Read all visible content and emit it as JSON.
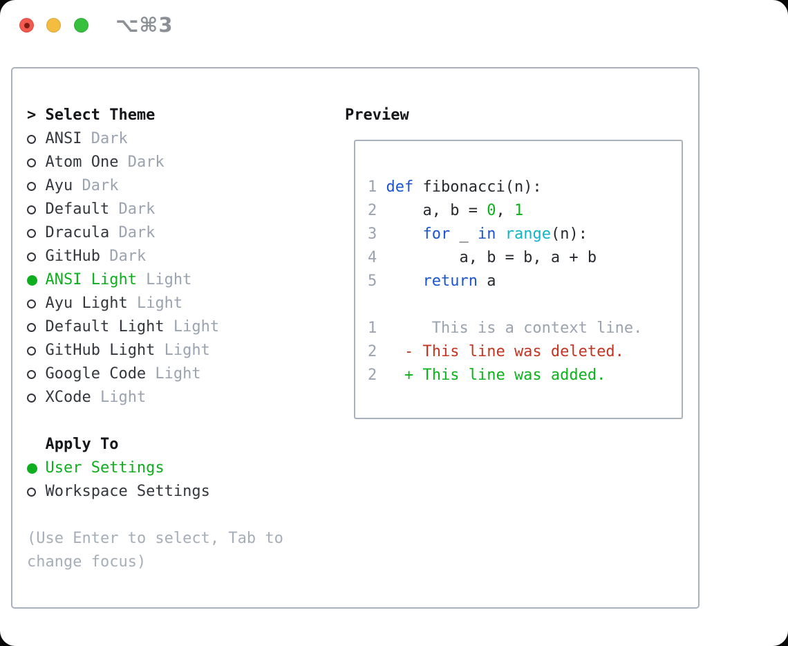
{
  "window": {
    "shortcut": "⌥⌘3",
    "traffic_lights": [
      "close",
      "minimize",
      "zoom"
    ]
  },
  "theme_picker": {
    "header_prefix": ">",
    "header": "Select Theme",
    "themes": [
      {
        "name": "ANSI",
        "variant": "Dark",
        "selected": false
      },
      {
        "name": "Atom One",
        "variant": "Dark",
        "selected": false
      },
      {
        "name": "Ayu",
        "variant": "Dark",
        "selected": false
      },
      {
        "name": "Default",
        "variant": "Dark",
        "selected": false
      },
      {
        "name": "Dracula",
        "variant": "Dark",
        "selected": false
      },
      {
        "name": "GitHub",
        "variant": "Dark",
        "selected": false
      },
      {
        "name": "ANSI Light",
        "variant": "Light",
        "selected": true
      },
      {
        "name": "Ayu Light",
        "variant": "Light",
        "selected": false
      },
      {
        "name": "Default Light",
        "variant": "Light",
        "selected": false
      },
      {
        "name": "GitHub Light",
        "variant": "Light",
        "selected": false
      },
      {
        "name": "Google Code",
        "variant": "Light",
        "selected": false
      },
      {
        "name": "XCode",
        "variant": "Light",
        "selected": false
      }
    ],
    "apply_to": {
      "header": "Apply To",
      "options": [
        {
          "label": "User Settings",
          "selected": true
        },
        {
          "label": "Workspace Settings",
          "selected": false
        }
      ]
    },
    "hint_line1": "(Use Enter to select, Tab to",
    "hint_line2": "change focus)"
  },
  "preview": {
    "header": "Preview",
    "lines": [
      [],
      [
        [
          "num",
          "1 "
        ],
        [
          "kw",
          "def"
        ],
        [
          "plain",
          " fibonacci(n):"
        ]
      ],
      [
        [
          "num",
          "2 "
        ],
        [
          "plain",
          "    a, b = "
        ],
        [
          "lit",
          "0"
        ],
        [
          "plain",
          ", "
        ],
        [
          "lit",
          "1"
        ]
      ],
      [
        [
          "num",
          "3 "
        ],
        [
          "plain",
          "    "
        ],
        [
          "kw",
          "for"
        ],
        [
          "plain",
          " _ "
        ],
        [
          "kw",
          "in"
        ],
        [
          "plain",
          " "
        ],
        [
          "fn",
          "range"
        ],
        [
          "plain",
          "(n):"
        ]
      ],
      [
        [
          "num",
          "4 "
        ],
        [
          "plain",
          "        a, b = b, a + b"
        ]
      ],
      [
        [
          "num",
          "5 "
        ],
        [
          "plain",
          "    "
        ],
        [
          "kw",
          "return"
        ],
        [
          "plain",
          " a"
        ]
      ],
      [],
      [
        [
          "num",
          "1"
        ],
        [
          "ctx",
          "      This is a context line."
        ]
      ],
      [
        [
          "num",
          "2"
        ],
        [
          "plain",
          "   "
        ],
        [
          "del",
          "- This line was deleted."
        ]
      ],
      [
        [
          "num",
          "2"
        ],
        [
          "plain",
          "   "
        ],
        [
          "add",
          "+ This line was added."
        ]
      ],
      []
    ]
  },
  "colors": {
    "accent_green": "#0fae1f",
    "keyword_blue": "#1b55cf",
    "function_cyan": "#0fb6c8",
    "literal_green": "#0cb01a",
    "deleted_red": "#c43420",
    "added_green": "#0db31c",
    "text_dark": "#26292e",
    "name_dark": "#33373d",
    "muted_gray": "#9aa3af",
    "hint_gray": "#a6aeb8",
    "border_gray": "#a9b1bb",
    "header_black": "#141619",
    "shortcut_gray": "#8b9097",
    "traffic_red": "#f3594e",
    "traffic_red_dot": "#7e1d14",
    "traffic_yellow": "#f5bd3f",
    "traffic_green": "#36c03d"
  }
}
